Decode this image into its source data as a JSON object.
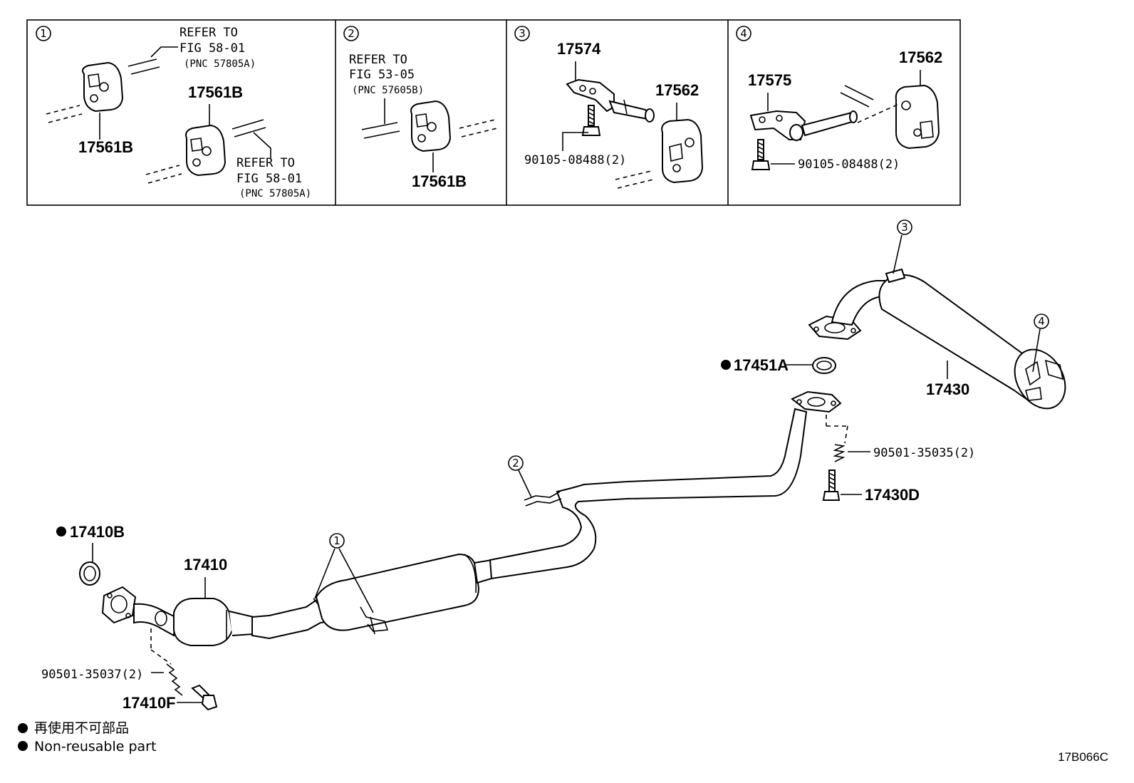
{
  "panels": [
    {
      "num": "1",
      "refer_a": [
        "REFER TO",
        "FIG 58-01",
        "(PNC 57805A)"
      ],
      "parts": [
        "17561B",
        "17561B"
      ],
      "refer_b": [
        "REFER TO",
        "FIG 58-01",
        "(PNC 57805A)"
      ]
    },
    {
      "num": "2",
      "refer": [
        "REFER TO",
        "FIG 53-05",
        "(PNC 57605B)"
      ],
      "parts": [
        "17561B"
      ]
    },
    {
      "num": "3",
      "parts": [
        "17574",
        "17562",
        "90105-08488(2)"
      ]
    },
    {
      "num": "4",
      "parts": [
        "17562",
        "17575",
        "90105-08488(2)"
      ]
    }
  ],
  "main": {
    "callouts": [
      "1",
      "2",
      "3",
      "4"
    ],
    "parts": {
      "p17410B": "17410B",
      "p17410": "17410",
      "p90501_35037": "90501-35037(2)",
      "p17410F": "17410F",
      "p17451A": "17451A",
      "p17430": "17430",
      "p90501_35035": "90501-35035(2)",
      "p17430D": "17430D"
    }
  },
  "legend": {
    "jp": "再使用不可部品",
    "en": "Non-reusable part"
  },
  "figure_code": "17B066C"
}
